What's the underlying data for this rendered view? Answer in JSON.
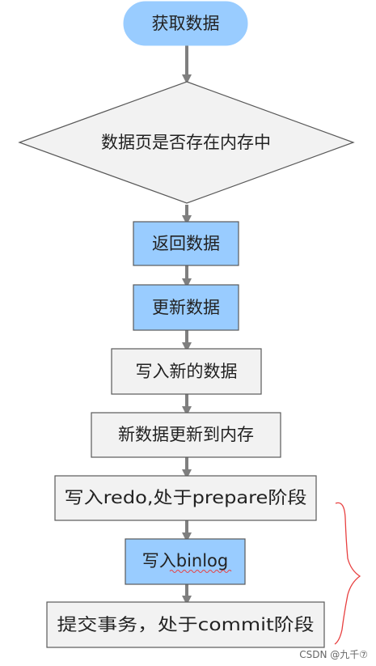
{
  "nodes": {
    "start": "获取数据",
    "decision": "数据页是否存在内存中",
    "return_data": "返回数据",
    "update_data": "更新数据",
    "write_new_data": "写入新的数据",
    "update_to_memory": "新数据更新到内存",
    "write_redo": "写入redo,处于prepare阶段",
    "write_binlog": "写入binlog",
    "commit": "提交事务，处于commit阶段"
  },
  "watermark": "CSDN @九千⑦",
  "colors": {
    "blue_fill": "#99ccff",
    "gray_fill": "#f2f2f2",
    "border": "#595959",
    "arrow": "#7f7f7f",
    "annotation": "#e84040"
  }
}
